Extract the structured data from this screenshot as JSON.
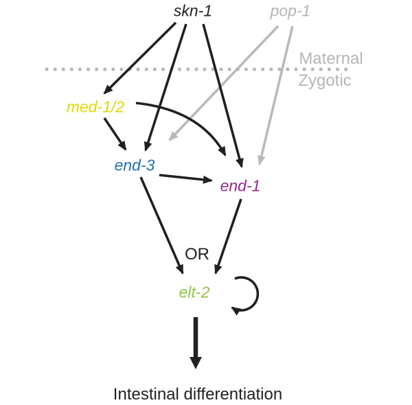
{
  "figure_type": "gene-regulatory-network-diagram",
  "nodes": {
    "skn1": {
      "label": "skn-1",
      "color": "#231f20"
    },
    "pop1": {
      "label": "pop-1",
      "color": "#b5b5b5"
    },
    "med12": {
      "label": "med-1/2",
      "color": "#dfd800"
    },
    "end3": {
      "label": "end-3",
      "color": "#2171b5"
    },
    "end1": {
      "label": "end-1",
      "color": "#93278f"
    },
    "elt2": {
      "label": "elt-2",
      "color": "#8cc63e"
    }
  },
  "divider": {
    "above_label": "Maternal",
    "below_label": "Zygotic",
    "color": "#b5b5b5",
    "style": "dashed"
  },
  "or_label": "OR",
  "outcome_label": "Intestinal differentiation",
  "edge_colors": {
    "black": "#231f20",
    "gray": "#b9b9b9"
  },
  "edges": [
    {
      "from": "skn-1",
      "to": "med-1/2",
      "color": "black"
    },
    {
      "from": "skn-1",
      "to": "end-3",
      "color": "black"
    },
    {
      "from": "skn-1",
      "to": "end-1",
      "color": "black"
    },
    {
      "from": "med-1/2",
      "to": "end-3",
      "color": "black"
    },
    {
      "from": "med-1/2",
      "to": "end-1",
      "color": "black",
      "shape": "curved"
    },
    {
      "from": "pop-1",
      "to": "end-3",
      "color": "gray"
    },
    {
      "from": "pop-1",
      "to": "end-1",
      "color": "gray"
    },
    {
      "from": "end-3",
      "to": "end-1",
      "color": "black"
    },
    {
      "from": "end-3",
      "to": "elt-2",
      "color": "black"
    },
    {
      "from": "end-1",
      "to": "elt-2",
      "color": "black"
    },
    {
      "from": "elt-2",
      "to": "elt-2",
      "color": "black",
      "shape": "self-loop"
    },
    {
      "from": "elt-2",
      "to": "Intestinal differentiation",
      "color": "black",
      "shape": "thick"
    }
  ]
}
